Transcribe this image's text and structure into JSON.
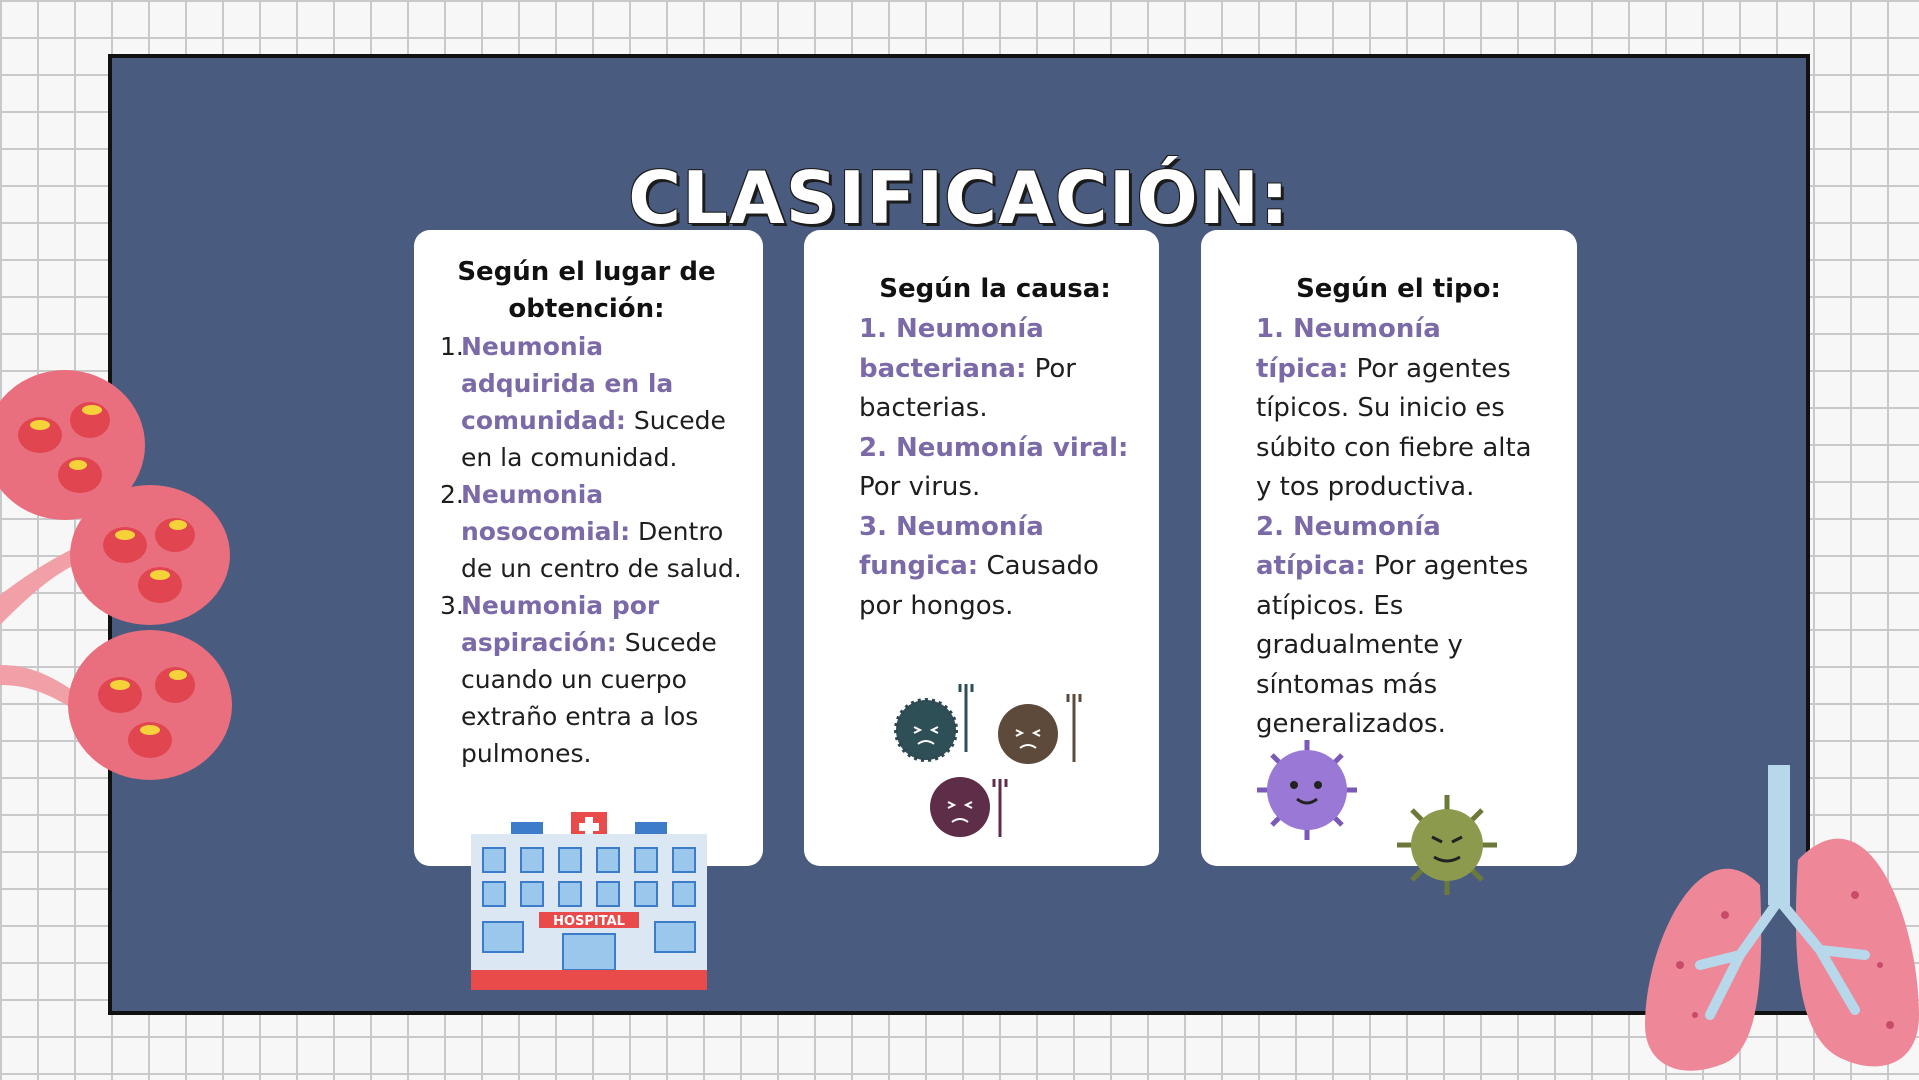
{
  "title": "CLASIFICACIÓN:",
  "card1": {
    "heading": "Según el lugar de obtención:",
    "items": [
      {
        "num": "1.",
        "term": "Neumonia adquirida en la comunidad:",
        "desc": " Sucede en la comunidad."
      },
      {
        "num": "2.",
        "term": "Neumonia nosocomial:",
        "desc": " Dentro de un centro de salud."
      },
      {
        "num": "3.",
        "term": "Neumonia por aspiración:",
        "desc": " Sucede cuando un cuerpo extraño entra a los pulmones."
      }
    ]
  },
  "card2": {
    "heading": "Según la causa:",
    "items": [
      {
        "term": "1. Neumonía bacteriana:",
        "desc": " Por bacterias."
      },
      {
        "term": "2. Neumonía viral:",
        "desc": " Por virus."
      },
      {
        "term": "3. Neumonía fungica:",
        "desc": " Causado por hongos."
      }
    ]
  },
  "card3": {
    "heading": "Según el tipo:",
    "items": [
      {
        "term": "1. Neumonía típica:",
        "desc": " Por agentes típicos. Su inicio es súbito con fiebre alta y tos productiva."
      },
      {
        "term": "2. Neumonía atípica:",
        "desc": " Por agentes atípicos. Es gradualmente y síntomas más generalizados."
      }
    ]
  },
  "hospital_sign": "HOSPITAL",
  "colors": {
    "slide_bg": "#4a5b80",
    "highlight": "#7c6aa8",
    "card_bg": "#ffffff"
  },
  "icons": [
    "alveoli-icon",
    "hospital-icon",
    "germs-icon",
    "virus-icon",
    "lungs-icon"
  ]
}
